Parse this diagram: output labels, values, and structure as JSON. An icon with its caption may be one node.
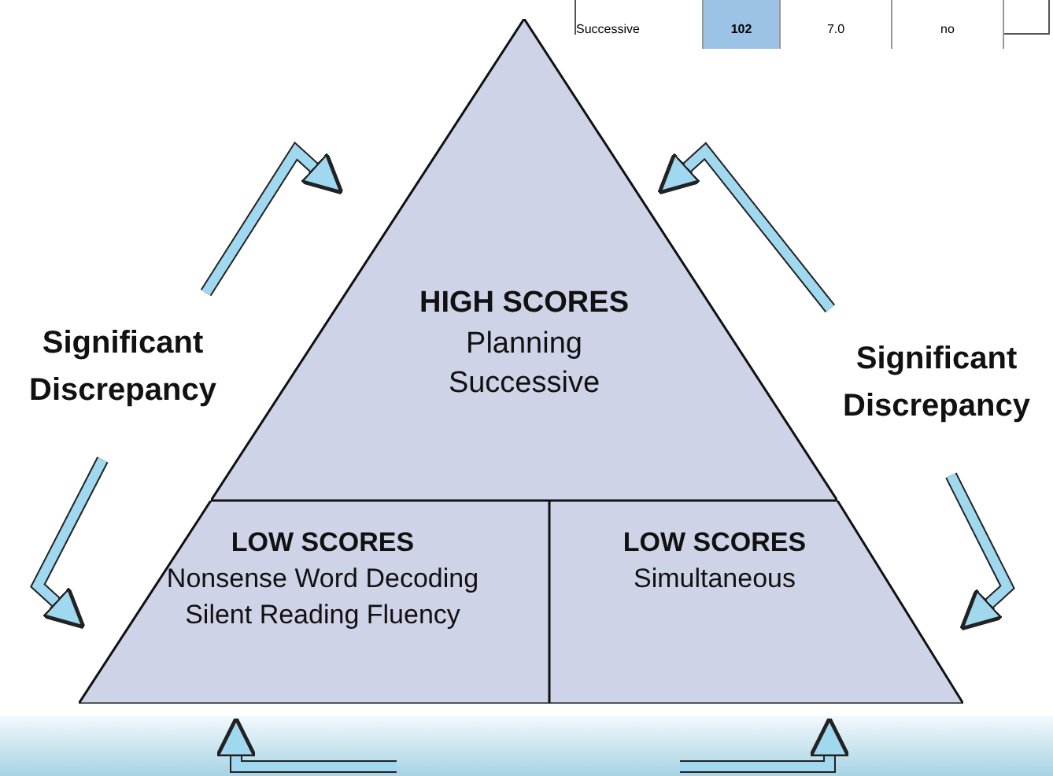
{
  "diagram": {
    "nodes": [
      {
        "text": [
          "HIGH SCORES",
          "Planning Successive"
        ]
      },
      {
        "text": [
          "LOW SCORES",
          "Nonsense Word Decoding Silent Reading Fluency"
        ]
      },
      {
        "text": [
          "LOW SCORES",
          "Simultaneous"
        ]
      },
      {
        "text": [
          "Significant Discrepancy"
        ]
      },
      {
        "text": [
          "Significant Discrepancy"
        ]
      }
    ],
    "edges": [
      {
        "from": 3,
        "to": 0,
        "arrow": "to"
      },
      {
        "from": 3,
        "to": 1,
        "arrow": "to"
      },
      {
        "from": 4,
        "to": 0,
        "arrow": "to"
      },
      {
        "from": 4,
        "to": 2,
        "arrow": "to"
      },
      {
        "from": null,
        "to": 1,
        "arrow": "to"
      },
      {
        "from": null,
        "to": 2,
        "arrow": "to"
      }
    ],
    "labels": [
      "Successive",
      "102",
      "7.0",
      "no"
    ]
  }
}
